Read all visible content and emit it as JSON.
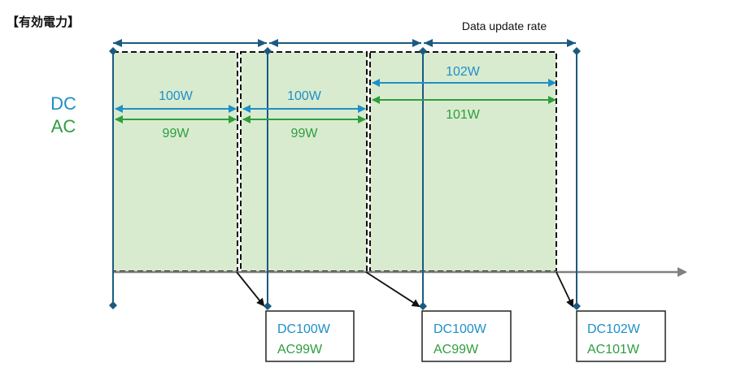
{
  "title": "【有効電力】",
  "rate_label": "Data update rate",
  "legend": {
    "dc": "DC",
    "ac": "AC"
  },
  "colors": {
    "dc": "#1f8fc7",
    "ac": "#2e9e3e",
    "marker": "#1b5a80",
    "fill": "#d8ebcf",
    "axis": "#808080",
    "dashed": "#111111"
  },
  "intervals": [
    {
      "dc": "100W",
      "ac": "99W"
    },
    {
      "dc": "100W",
      "ac": "99W"
    },
    {
      "dc": "102W",
      "ac": "101W"
    }
  ],
  "outputs": [
    {
      "dc": "DC100W",
      "ac": "AC99W"
    },
    {
      "dc": "DC100W",
      "ac": "AC99W"
    },
    {
      "dc": "DC102W",
      "ac": "AC101W"
    }
  ]
}
